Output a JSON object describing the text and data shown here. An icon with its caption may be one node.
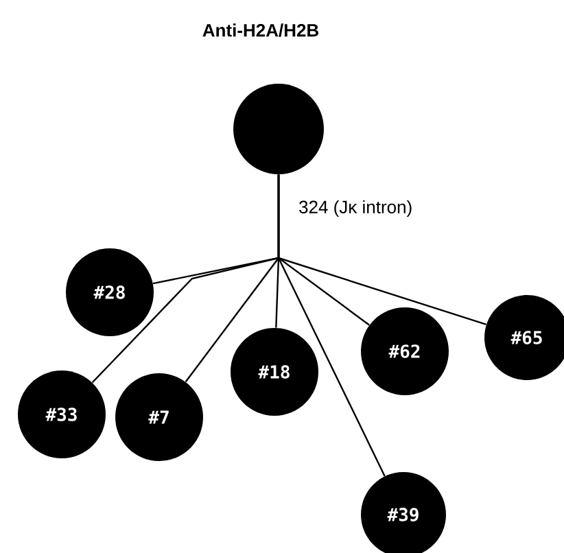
{
  "diagram": {
    "title": "Anti-H2A/H2B",
    "nodes": [
      {
        "text": [],
        "shape": "circle"
      },
      {
        "text": [
          "#28"
        ]
      },
      {
        "text": [
          "#33"
        ]
      },
      {
        "text": [
          "#7"
        ]
      },
      {
        "text": [
          "#18"
        ]
      },
      {
        "text": [
          "#62"
        ]
      },
      {
        "text": [
          "#65"
        ]
      },
      {
        "text": [
          "#39"
        ]
      }
    ],
    "edges": [
      {
        "from": 0,
        "to": 1,
        "arrow": "none"
      },
      {
        "from": 0,
        "to": 2,
        "arrow": "none"
      },
      {
        "from": 0,
        "to": 3,
        "arrow": "none"
      },
      {
        "from": 0,
        "to": 4,
        "arrow": "none"
      },
      {
        "from": 0,
        "to": 5,
        "arrow": "none"
      },
      {
        "from": 0,
        "to": 6,
        "arrow": "none"
      },
      {
        "from": 0,
        "to": 7,
        "arrow": "none"
      }
    ],
    "labels": [
      "324 (Jκ intron)"
    ]
  }
}
